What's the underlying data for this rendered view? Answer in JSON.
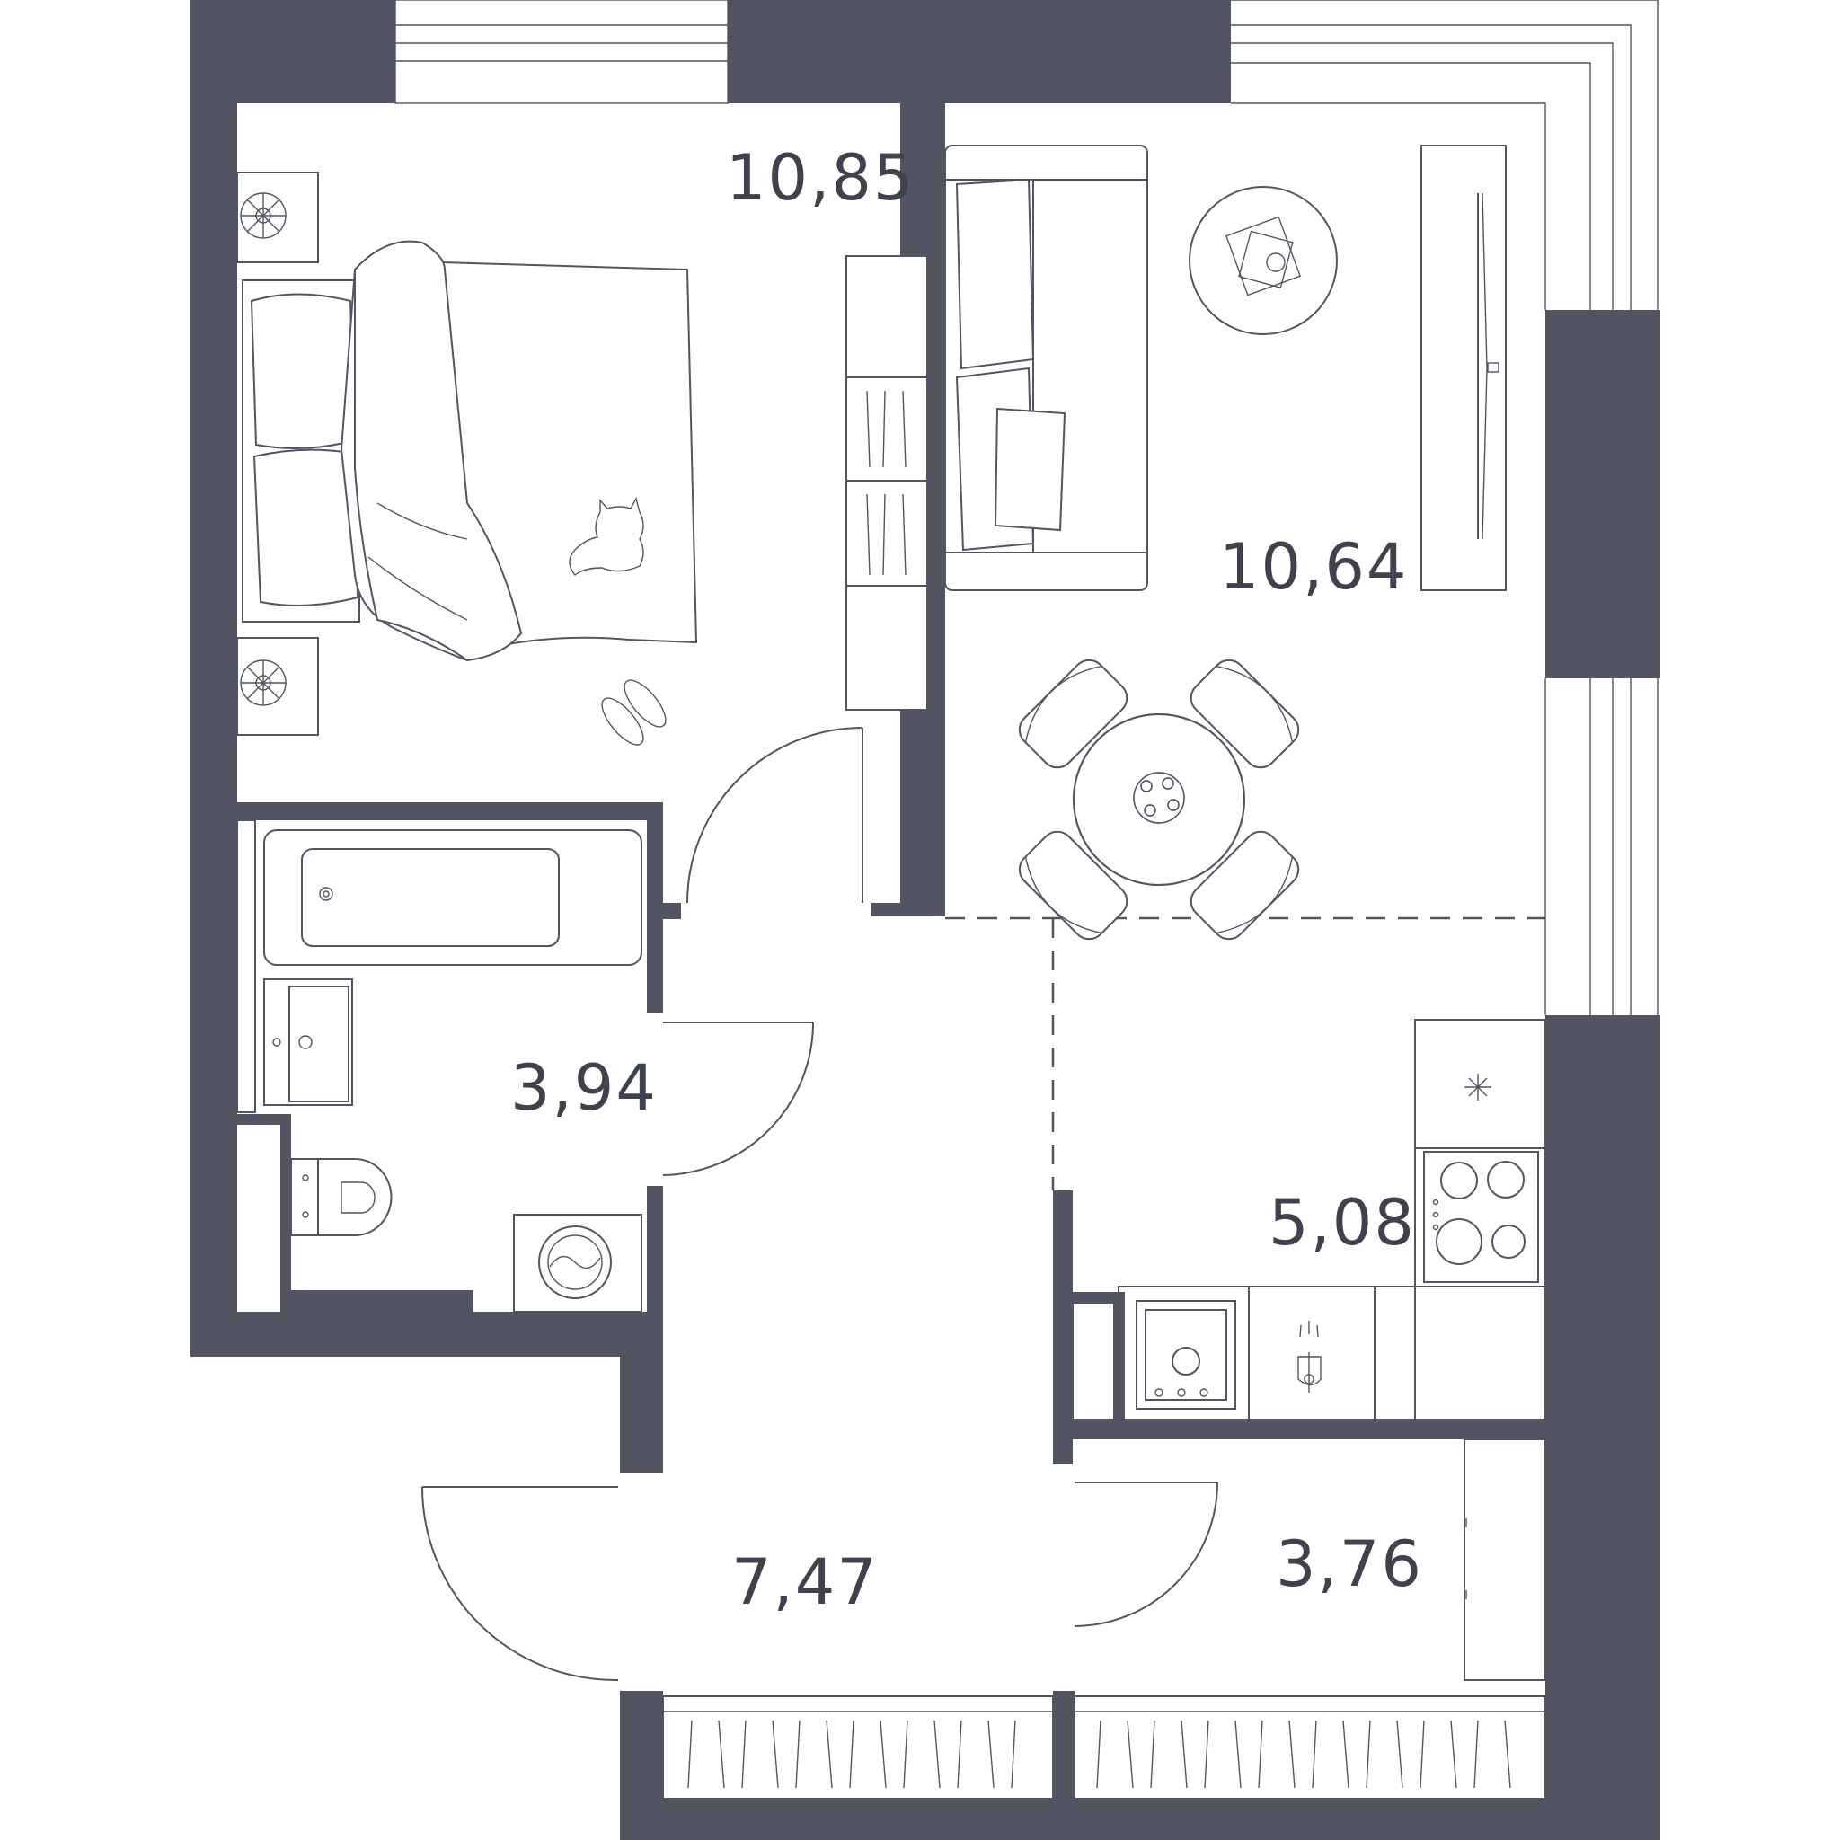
{
  "rooms": [
    {
      "id": "bedroom",
      "area": "10,85"
    },
    {
      "id": "living",
      "area": "10,64"
    },
    {
      "id": "bathroom",
      "area": "3,94"
    },
    {
      "id": "kitchen",
      "area": "5,08"
    },
    {
      "id": "hall",
      "area": "7,47"
    },
    {
      "id": "storage",
      "area": "3,76"
    }
  ],
  "colors": {
    "wall": "#525561",
    "line": "#525561",
    "text": "#3f424d",
    "background": "#ffffff"
  }
}
